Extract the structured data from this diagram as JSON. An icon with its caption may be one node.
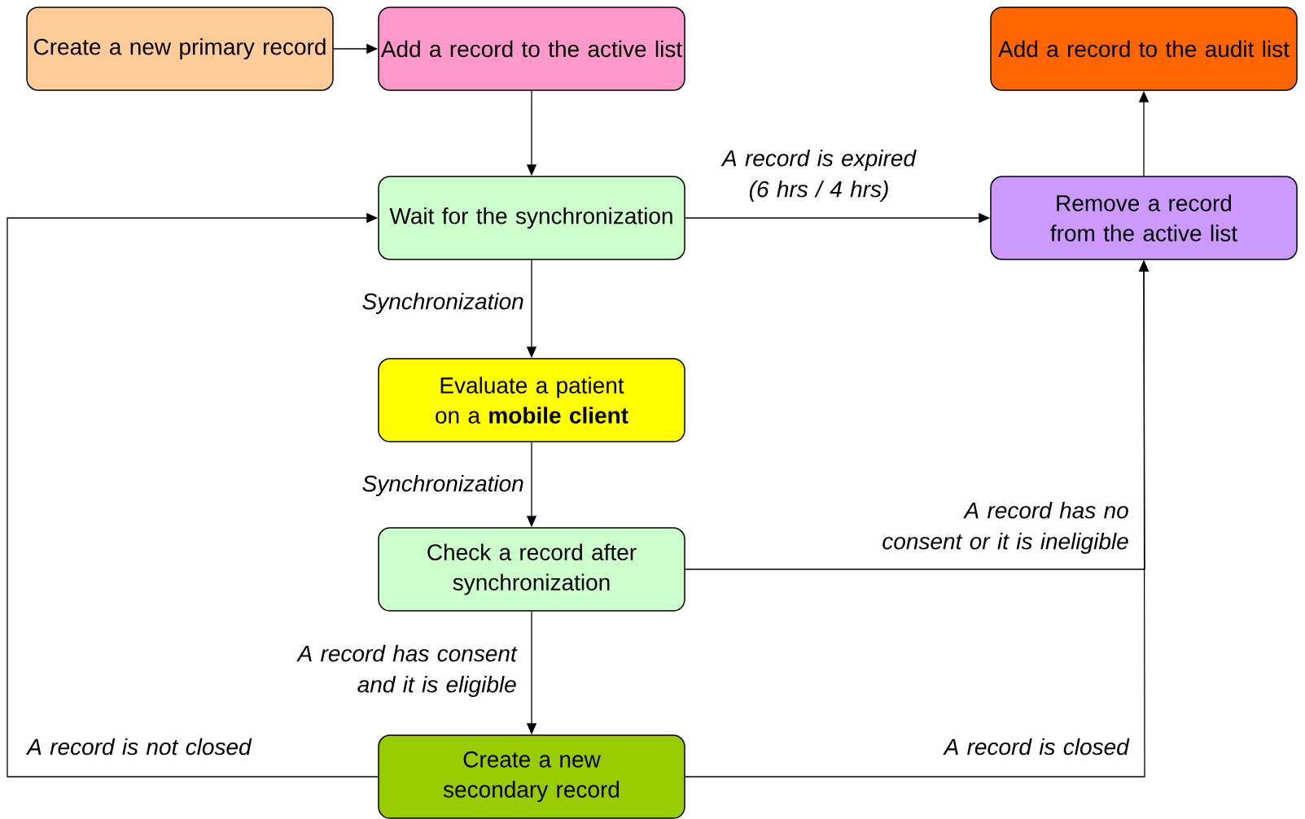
{
  "diagram": {
    "nodes": [
      {
        "text": [
          "Create a new primary record"
        ]
      },
      {
        "text": [
          "Add a record to the active list"
        ]
      },
      {
        "text": [
          "Add a record to the audit list"
        ]
      },
      {
        "text": [
          "Wait for the synchronization"
        ]
      },
      {
        "text": [
          "Remove a record from the active list"
        ]
      },
      {
        "text": [
          "Evaluate a patient on a **mobile client**"
        ]
      },
      {
        "text": [
          "Check a record after synchronization"
        ]
      },
      {
        "text": [
          "Create a new secondary record"
        ]
      }
    ],
    "edges": [
      {
        "from": 0,
        "to": 1,
        "arrow": "to"
      },
      {
        "from": 1,
        "to": 3,
        "arrow": "to"
      },
      {
        "from": 3,
        "to": 4,
        "arrow": "to",
        "label": "A record is expired (6 hrs / 4 hrs)"
      },
      {
        "from": 3,
        "to": 5,
        "arrow": "to",
        "label": "Synchronization"
      },
      {
        "from": 5,
        "to": 6,
        "arrow": "to",
        "label": "Synchronization"
      },
      {
        "from": 6,
        "to": 4,
        "arrow": "to",
        "label": "A record has no consent or it is ineligible"
      },
      {
        "from": 6,
        "to": 7,
        "arrow": "to",
        "label": "A record has consent and it is eligible"
      },
      {
        "from": 7,
        "to": 3,
        "arrow": "to",
        "label": "A record is not closed"
      },
      {
        "from": 7,
        "to": 4,
        "arrow": "to",
        "label": "A record is closed"
      },
      {
        "from": 4,
        "to": 2,
        "arrow": "to"
      }
    ]
  }
}
